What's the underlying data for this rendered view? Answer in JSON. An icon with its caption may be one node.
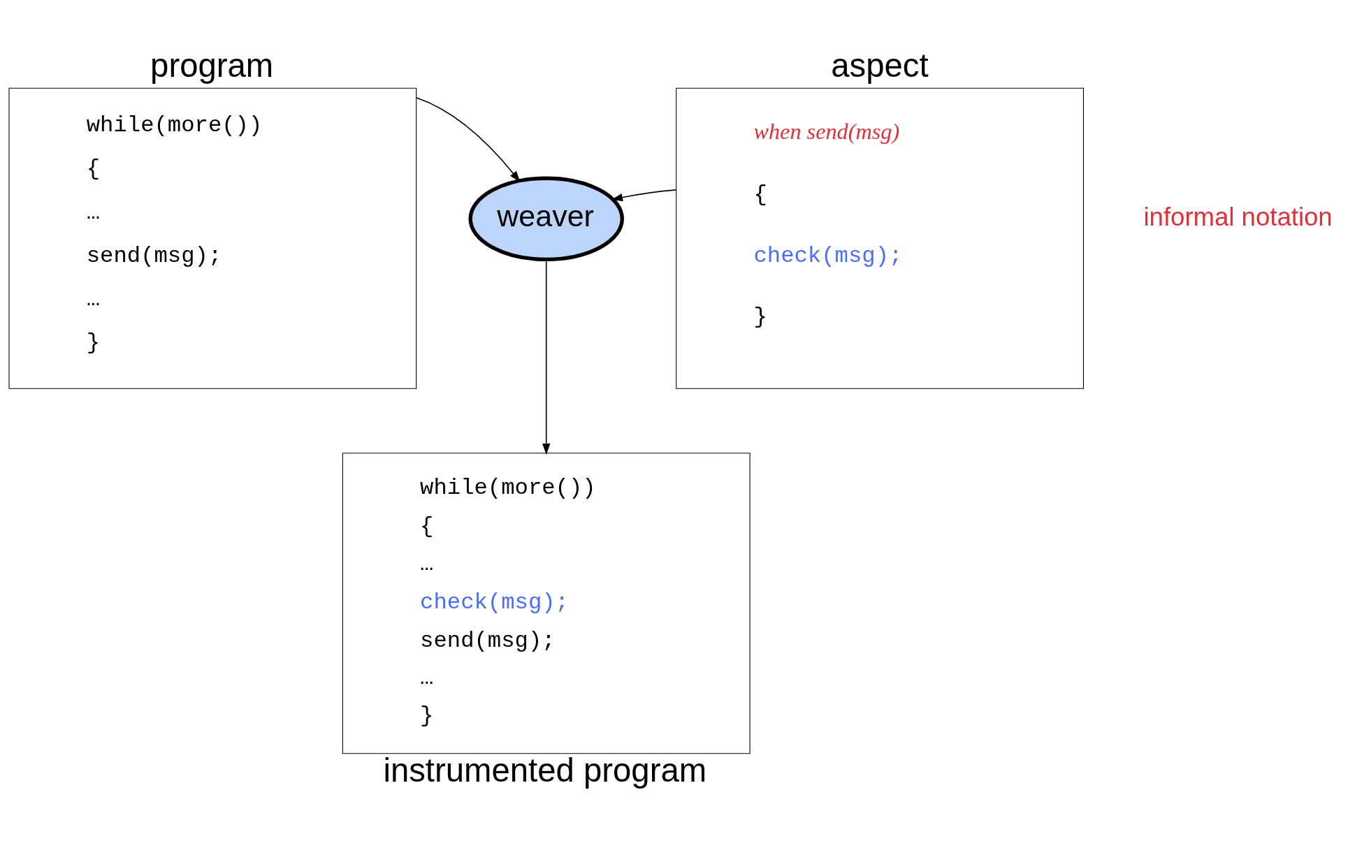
{
  "diagram": {
    "nodes": [
      {
        "text": [
          "program",
          "while(more())",
          "{",
          "…",
          "send(msg);",
          "…",
          "}"
        ]
      },
      {
        "text": [
          "weaver"
        ]
      },
      {
        "text": [
          "aspect",
          "when send(msg)",
          "{",
          "check(msg);",
          "}"
        ],
        "beside": [
          "informal notation"
        ]
      },
      {
        "text": [
          "while(more())",
          "{",
          "…",
          "check(msg);",
          "send(msg);",
          "…",
          "}",
          "instrumented program"
        ]
      }
    ],
    "edges": [
      {
        "from": 0,
        "to": 1,
        "arrow": "to"
      },
      {
        "from": 2,
        "to": 1,
        "arrow": "to"
      },
      {
        "from": 1,
        "to": 3,
        "arrow": "to"
      }
    ]
  }
}
